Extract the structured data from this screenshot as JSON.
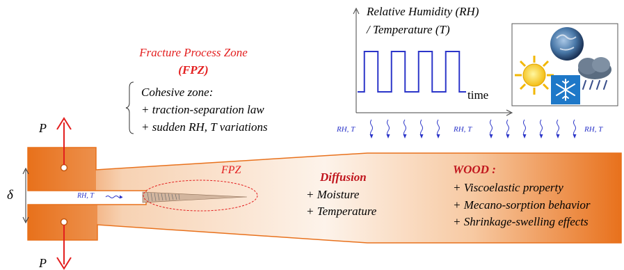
{
  "fpz_title": {
    "line1": "Fracture Process Zone",
    "line2": "(FPZ)"
  },
  "cohesive": {
    "heading": "Cohesive zone:",
    "item1": "+ traction-separation law",
    "item2": "+ sudden RH, T variations"
  },
  "load": {
    "top": "P",
    "bottom": "P",
    "opening": "δ"
  },
  "crack_tip_label": "FPZ",
  "env_label": "RH, T",
  "diffusion": {
    "title": "Diffusion",
    "item1": "+ Moisture",
    "item2": "+ Temperature"
  },
  "wood": {
    "title": "WOOD :",
    "item1": "+ Viscoelastic property",
    "item2": "+ Mecano-sorption behavior",
    "item3": "+ Shrinkage-swelling effects"
  },
  "signal": {
    "ylabel_line1": "Relative Humidity (RH)",
    "ylabel_line2": "/ Temperature (T)",
    "xlabel": "time",
    "levels": [
      0,
      1,
      1,
      0,
      0,
      1,
      1,
      0,
      0,
      1,
      1,
      0,
      0,
      1,
      1,
      0
    ]
  },
  "weather_icons": [
    "earth-icon",
    "sun-icon",
    "snowflake-icon",
    "rain-cloud-icon"
  ],
  "colors": {
    "wood_orange": "#e8711c",
    "red": "#e31e1e",
    "blue": "#2b35c9",
    "dark_red": "#c0151d"
  }
}
